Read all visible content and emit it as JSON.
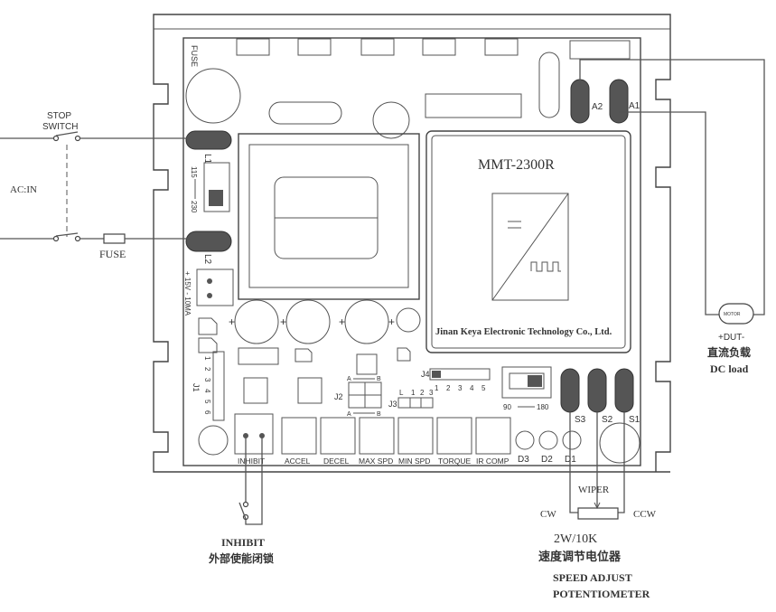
{
  "board": {
    "model": "MMT-2300R",
    "manufacturer": "Jinan Keya Electronic Technology Co., Ltd.",
    "fuse_label": "FUSE",
    "l1_label": "L1",
    "l2_label": "L2",
    "voltage_switch": {
      "low": "115",
      "high": "230"
    },
    "supply_label": "+ 15V - 10MA",
    "j1_label": "J1",
    "j1_pins": [
      "1",
      "2",
      "3",
      "4",
      "5",
      "6"
    ],
    "j2_label": "J2",
    "j3_label": "J3",
    "j3_pins": [
      "L",
      "1",
      "2",
      "3"
    ],
    "j4_label": "J4",
    "j4_pins": [
      "1",
      "2",
      "3",
      "4",
      "5"
    ],
    "jumper_ab": {
      "a": "A",
      "b": "B"
    },
    "angle_switch": {
      "low": "90",
      "high": "180"
    },
    "a2_label": "A2",
    "a1_label": "A1",
    "s_labels": [
      "S3",
      "S2",
      "S1"
    ],
    "led_labels": [
      "D3",
      "D2",
      "D1"
    ],
    "trimpots": [
      "INHIBIT",
      "ACCEL",
      "DECEL",
      "MAX SPD",
      "MIN SPD",
      "TORQUE",
      "IR COMP"
    ]
  },
  "external": {
    "stop_switch": [
      "STOP",
      "SWITCH"
    ],
    "ac_in": "AC:IN",
    "fuse": "FUSE",
    "motor_label": "+DUT-",
    "motor_icon_text": "MOTOR",
    "dc_load_cn": "直流负载",
    "dc_load_en": "DC load",
    "inhibit": "INHIBIT",
    "inhibit_cn": "外部使能闭锁",
    "wiper": "WIPER",
    "cw": "CW",
    "ccw": "CCW",
    "pot_rating": "2W/10K",
    "pot_cn": "速度调节电位器",
    "pot_en": [
      "SPEED ADJUST",
      "POTENTIOMETER"
    ]
  }
}
